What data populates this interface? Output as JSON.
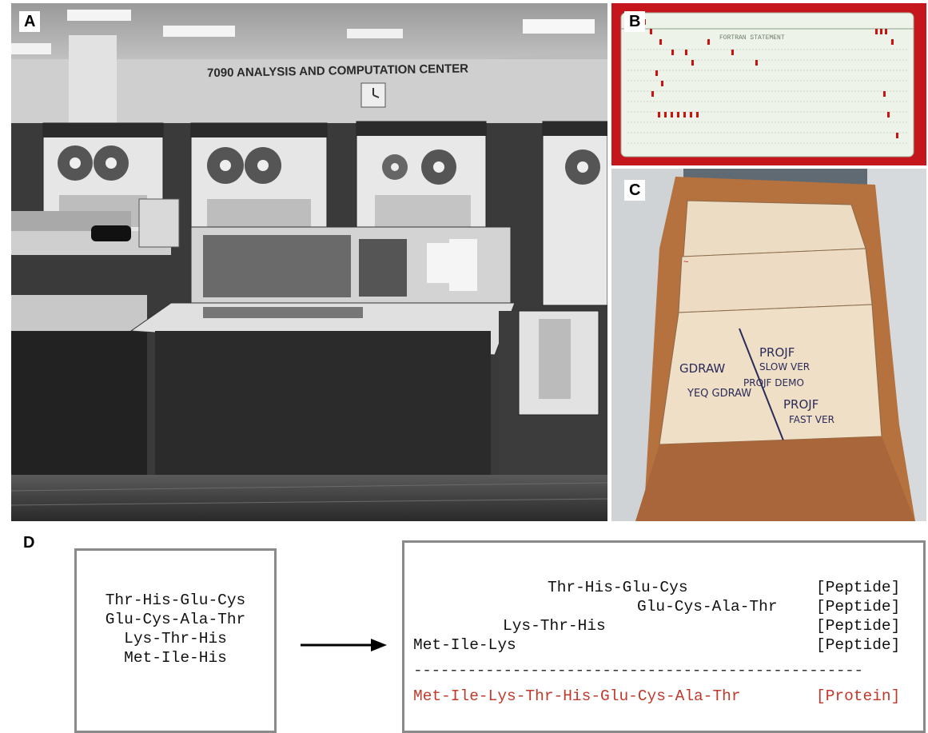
{
  "panels": {
    "a": {
      "label": "A",
      "sign_text": "7090 ANALYSIS AND COMPUTATION CENTER"
    },
    "b": {
      "label": "B",
      "card_header": "FORTRAN STATEMENT"
    },
    "c": {
      "label": "C"
    },
    "d": {
      "label": "D"
    }
  },
  "diagram": {
    "input_fragments": [
      "Thr-His-Glu-Cys",
      "Glu-Cys-Ala-Thr",
      "Lys-Thr-His",
      "Met-Ile-His"
    ],
    "alignment": [
      {
        "sequence": "Thr-His-Glu-Cys",
        "tag": "[Peptide]"
      },
      {
        "sequence": "Glu-Cys-Ala-Thr",
        "tag": "[Peptide]"
      },
      {
        "sequence": "Lys-Thr-His",
        "tag": "[Peptide]"
      },
      {
        "sequence": "Met-Ile-Lys",
        "tag": "[Peptide]"
      }
    ],
    "separator": "--------------------------------------------------",
    "result": {
      "sequence": "Met-Ile-Lys-Thr-His-Glu-Cys-Ala-Thr",
      "tag": "[Protein]"
    }
  },
  "colors": {
    "result": "#c0392b",
    "box_border": "#8a8a8a",
    "card_punch": "#cc1111",
    "card_frame": "#c4161c"
  }
}
